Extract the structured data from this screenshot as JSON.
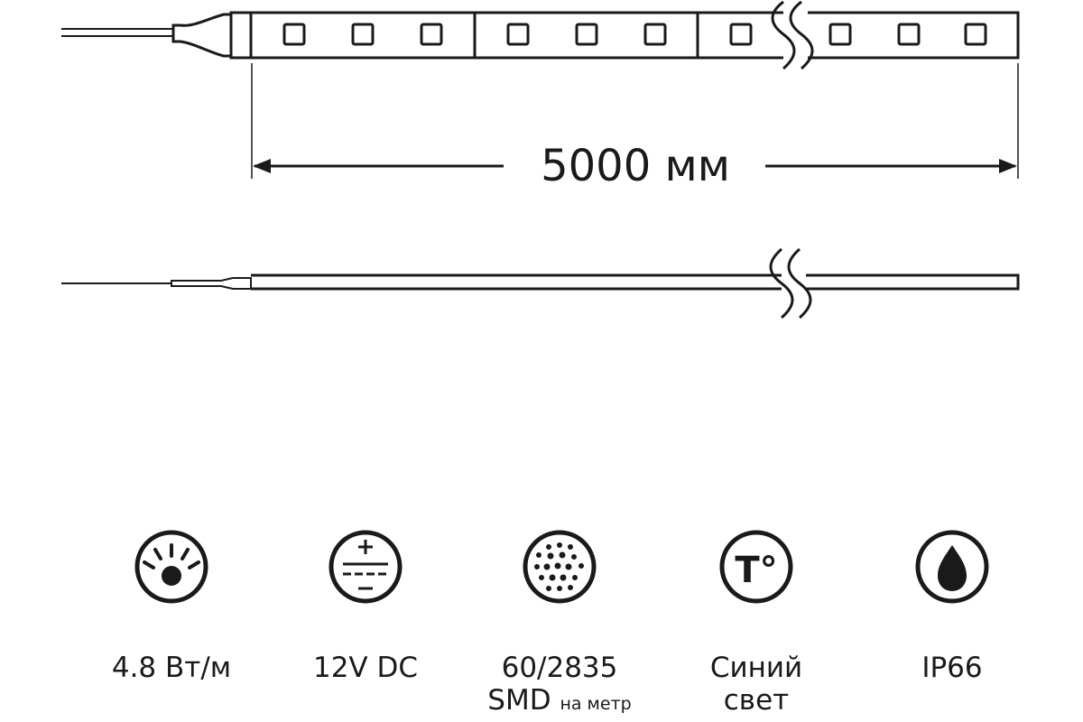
{
  "dimension": {
    "length_label": "5000 мм"
  },
  "specs": [
    {
      "id": "power",
      "icon": "brightness-icon",
      "label": "4.8 Вт/м"
    },
    {
      "id": "voltage",
      "icon": "dc-voltage-icon",
      "label": "12V DC"
    },
    {
      "id": "leds",
      "icon": "led-dots-icon",
      "label_line1": "60/2835",
      "label_line2_main": "SMD",
      "label_line2_small": "на метр"
    },
    {
      "id": "color",
      "icon": "temperature-icon",
      "icon_text": "T°",
      "label_line1": "Синий",
      "label_line2": "свет"
    },
    {
      "id": "protection",
      "icon": "water-drop-icon",
      "label": "IP66"
    }
  ],
  "colors": {
    "stroke": "#1a1a1a",
    "background": "#ffffff"
  }
}
